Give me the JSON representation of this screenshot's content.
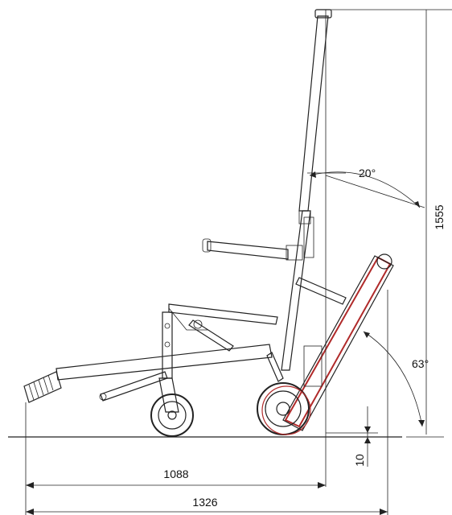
{
  "dimensions": {
    "overall_height": "1555",
    "inner_length": "1088",
    "overall_length": "1326",
    "ground_clearance": "10",
    "backrest_angle": "20°",
    "track_angle": "63°"
  },
  "colors": {
    "line": "#222222",
    "track_accent": "#b02a2a",
    "background": "#ffffff"
  }
}
